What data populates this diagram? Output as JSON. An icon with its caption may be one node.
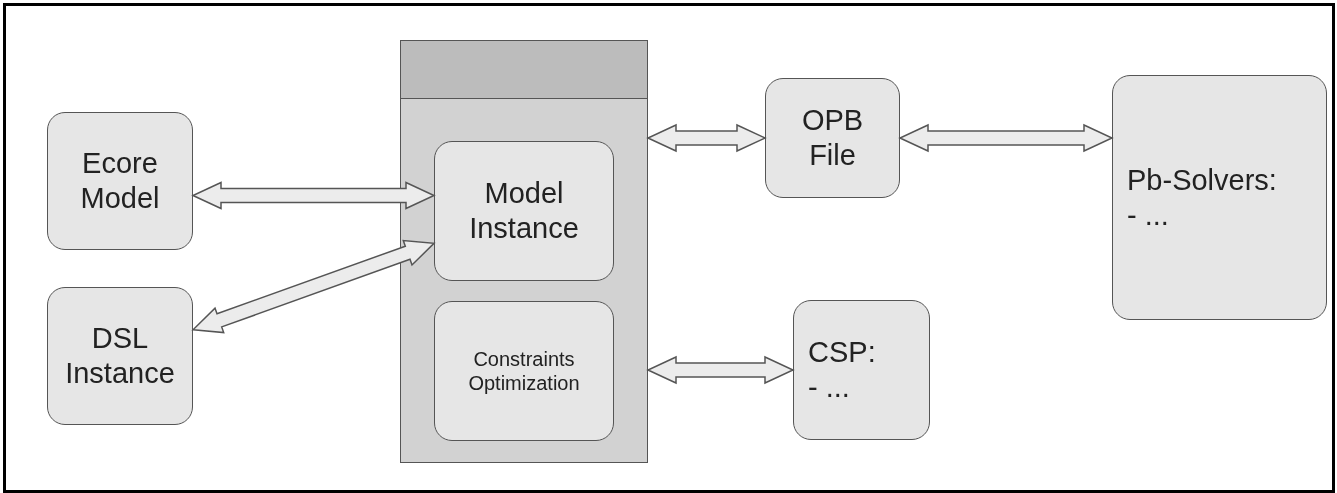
{
  "diagram": {
    "nodes": [
      {
        "text": [],
        "shape": "box"
      },
      {
        "text": [
          "Ecore Model"
        ]
      },
      {
        "text": [
          "Model Instance"
        ],
        "in": 0
      },
      {
        "text": [
          "DSL Instance"
        ]
      },
      {
        "text": [
          "Constraints Optimization"
        ],
        "in": 0
      },
      {
        "text": [
          "OPB File"
        ]
      },
      {
        "text": [
          "Pb-Solvers:",
          "- ..."
        ]
      },
      {
        "text": [
          "CSP:",
          "- ..."
        ]
      }
    ],
    "edges": [
      {
        "from": 1,
        "to": 2,
        "arrow": "both"
      },
      {
        "from": 3,
        "to": 2,
        "arrow": "both"
      },
      {
        "from": 0,
        "to": 5,
        "arrow": "both"
      },
      {
        "from": 5,
        "to": 6,
        "arrow": "both"
      },
      {
        "from": 0,
        "to": 7,
        "arrow": "both"
      }
    ]
  }
}
